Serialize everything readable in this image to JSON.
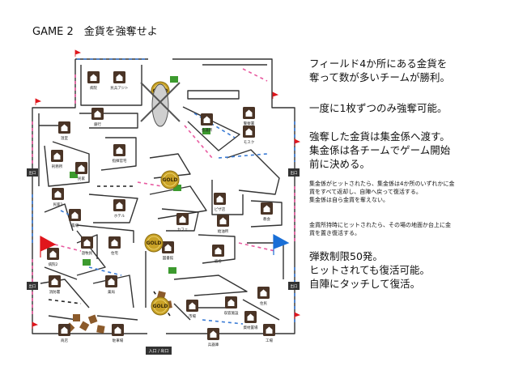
{
  "title": "GAME 2　金貨を強奪せよ",
  "rules": {
    "goal_line1": "フィールド4か所にある金貨を",
    "goal_line2": "奪って数が多いチームが勝利。",
    "limit": "一度に1枚ずつのみ強奪可能。",
    "deliver": "強奪した金貨は集金係へ渡す。",
    "collector_line1": "集金係は各チームでゲーム開始",
    "collector_line2": "前に決める。",
    "hit_line1": "集金係がヒットされたら、集金係は4か所のいずれかに金",
    "hit_line2": "貨をすべて返却し、自陣へ戻って復活する。",
    "self_line": "集金係は自ら金貨を奪えない。",
    "carry_line1": "金貨所持時にヒットされたら、その場の地面か台上に金",
    "carry_line2": "貨を置き復活する。",
    "ammo": "弾数制限50発。",
    "revive": "ヒットされても復活可能。",
    "touch": "自陣にタッチして復活。"
  },
  "map": {
    "gold_label": "GOLD",
    "entrance": "入口 / 出口",
    "exit_label": "出口",
    "spots": [
      "病院",
      "民兵アジト",
      "銀行",
      "温室",
      "警察署",
      "会議所",
      "モスク",
      "刑務所",
      "民家",
      "指揮官宅",
      "民家2",
      "農場",
      "ホテル",
      "教会",
      "宿舎",
      "カフェ",
      "給油所",
      "ピザ店",
      "住宅",
      "遊牧民",
      "病院2",
      "消防署",
      "薬局",
      "住民",
      "市場",
      "収容施設",
      "資材置場",
      "工場",
      "駐車場",
      "商店",
      "兵器庫",
      "図書館"
    ]
  },
  "colors": {
    "accent_gold": "#c9a227",
    "wall": "#333333",
    "icon": "#4a3426",
    "crate": "#8b5a2b",
    "grass": "#3c9a2e",
    "flag_red": "#e0161c",
    "flag_blue": "#1a6fd6"
  }
}
